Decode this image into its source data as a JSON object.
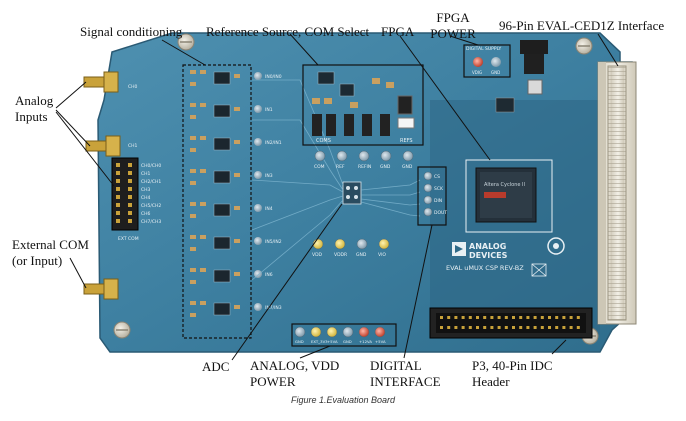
{
  "callouts": {
    "signal_conditioning": "Signal conditioning",
    "reference_source": "Reference Source, COM Select",
    "fpga": "FPGA",
    "fpga_power_line1": "FPGA",
    "fpga_power_line2": "POWER",
    "interface_96pin": "96-Pin EVAL-CED1Z Interface",
    "analog_inputs_line1": "Analog",
    "analog_inputs_line2": "Inputs",
    "external_com_line1": "External COM",
    "external_com_line2": "(or Input)",
    "adc": "ADC",
    "analog_vdd_power_line1": "ANALOG, VDD",
    "analog_vdd_power_line2": "POWER",
    "digital_interface_line1": "DIGITAL",
    "digital_interface_line2": "INTERFACE",
    "p3_header_line1": "P3, 40-Pin IDC",
    "p3_header_line2": "Header"
  },
  "caption": "Figure 1.Evaluation Board",
  "board": {
    "colors": {
      "pcb": "#3d7fa0",
      "pcb_dark": "#2f6a88",
      "pcb_light": "#5b98b5",
      "silk": "#e8f0f4",
      "connector": "#e6e2d6",
      "header": "#2a2a2a"
    },
    "logo": {
      "line1": "ANALOG",
      "line2": "DEVICES",
      "product": "EVAL uMUX CSP REV-BZ"
    },
    "fpga_chip": "Altera Cyclone II",
    "input_labels": [
      "CH0",
      "CH1",
      "CH2",
      "CH3",
      "CH4",
      "CH5",
      "CH6",
      "CH7"
    ],
    "channel_pairs": [
      "IN0/IN0",
      "IN1",
      "IN2/IN1",
      "IN3",
      "IN4",
      "IN5/IN2",
      "IN6",
      "IN7/IN3"
    ],
    "header_labels": [
      "CH0/CH0",
      "CH1",
      "CH2/CH1",
      "CH3",
      "CH4",
      "CH5/CH2",
      "CH6",
      "CH7/CH3"
    ],
    "ext_com_label": "EXT COM",
    "digital_pins": [
      "CS",
      "SCK",
      "DIN",
      "DOUT"
    ],
    "test_points_top": [
      "COM",
      "REF",
      "REFIN",
      "GND",
      "GND"
    ],
    "power_points": [
      "GND",
      "EXT_3V3",
      "+5VA",
      "GND",
      "+12VA",
      "+5VA"
    ],
    "mid_points": [
      "VDD",
      "VDDR",
      "GND",
      "VIO"
    ],
    "fpga_supply_label": "DIGITAL SUPPLY",
    "fpga_supply_pins": [
      "VDIG",
      "GND"
    ],
    "refs_label": "REFS",
    "com_s_label": "COMS"
  }
}
